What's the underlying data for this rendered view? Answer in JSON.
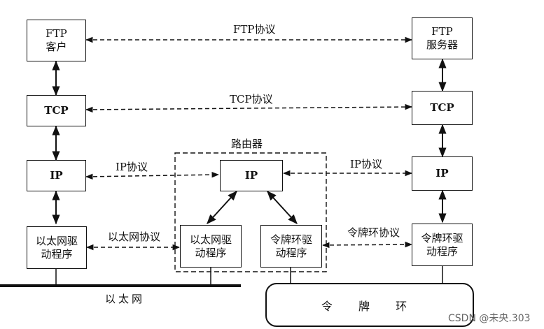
{
  "client": {
    "ftp": [
      "FTP",
      "客户"
    ],
    "tcp": "TCP",
    "ip": "IP",
    "eth_driver": [
      "以太网驱",
      "动程序"
    ]
  },
  "server": {
    "ftp": [
      "FTP",
      "服务器"
    ],
    "tcp": "TCP",
    "ip": "IP",
    "tr_driver": [
      "令牌环驱",
      "动程序"
    ]
  },
  "router": {
    "title": "路由器",
    "ip": "IP",
    "eth_driver": [
      "以太网驱",
      "动程序"
    ],
    "tr_driver": [
      "令牌环驱",
      "动程序"
    ]
  },
  "protocols": {
    "ftp": "FTP协议",
    "tcp": "TCP协议",
    "ip_left": "IP协议",
    "ip_right": "IP协议",
    "ethernet": "以太网协议",
    "token_ring": "令牌环协议"
  },
  "networks": {
    "ethernet": "以太网",
    "token_ring": "令 牌 环"
  },
  "watermark": "CSDN @未央.303"
}
